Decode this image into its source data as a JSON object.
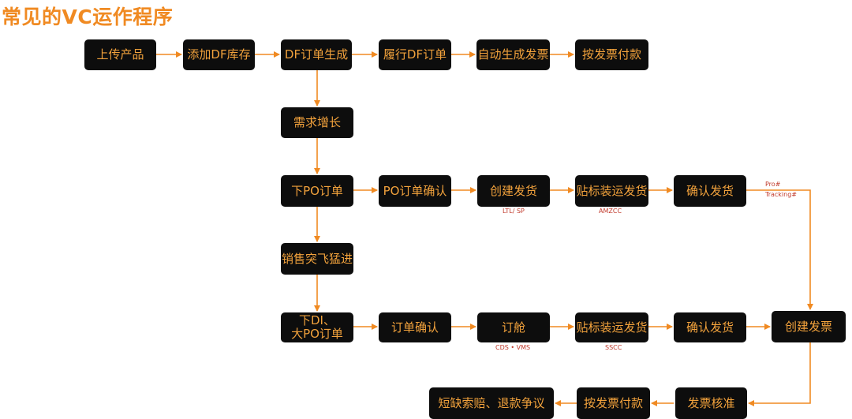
{
  "title": "常见的VC运作程序",
  "nodes": {
    "upload": "上传产品",
    "add_df": "添加DF库存",
    "df_order": "DF订单生成",
    "fulfill_df": "履行DF订单",
    "auto_invoice": "自动生成发票",
    "pay_by_invoice_1": "按发票付款",
    "demand_growth": "需求增长",
    "place_po": "下PO订单",
    "po_confirm": "PO订单确认",
    "create_shipment": "创建发货",
    "label_ship_1": "贴标装运发货",
    "confirm_ship_1": "确认发货",
    "sales_surge": "销售突飞猛进",
    "place_di_line1": "下DI、",
    "place_di_line2": "大PO订单",
    "order_confirm": "订单确认",
    "book_space": "订舱",
    "label_ship_2": "贴标装运发货",
    "confirm_ship_2": "确认发货",
    "create_invoice": "创建发票",
    "invoice_approval": "发票核准",
    "pay_by_invoice_2": "按发票付款",
    "claims": "短缺索赔、退款争议"
  },
  "notes": {
    "ltl_sp": "LTL/ SP",
    "amzcc": "AMZCC",
    "pro": "Pro#",
    "tracking": "Tracking#",
    "cds_vms": "CDS • VMS",
    "sscc": "SSCC"
  },
  "colors": {
    "accent": "#f08a22",
    "node_bg": "#0d0d0d",
    "node_text": "#f2a23c",
    "note_text": "#c0392b"
  }
}
